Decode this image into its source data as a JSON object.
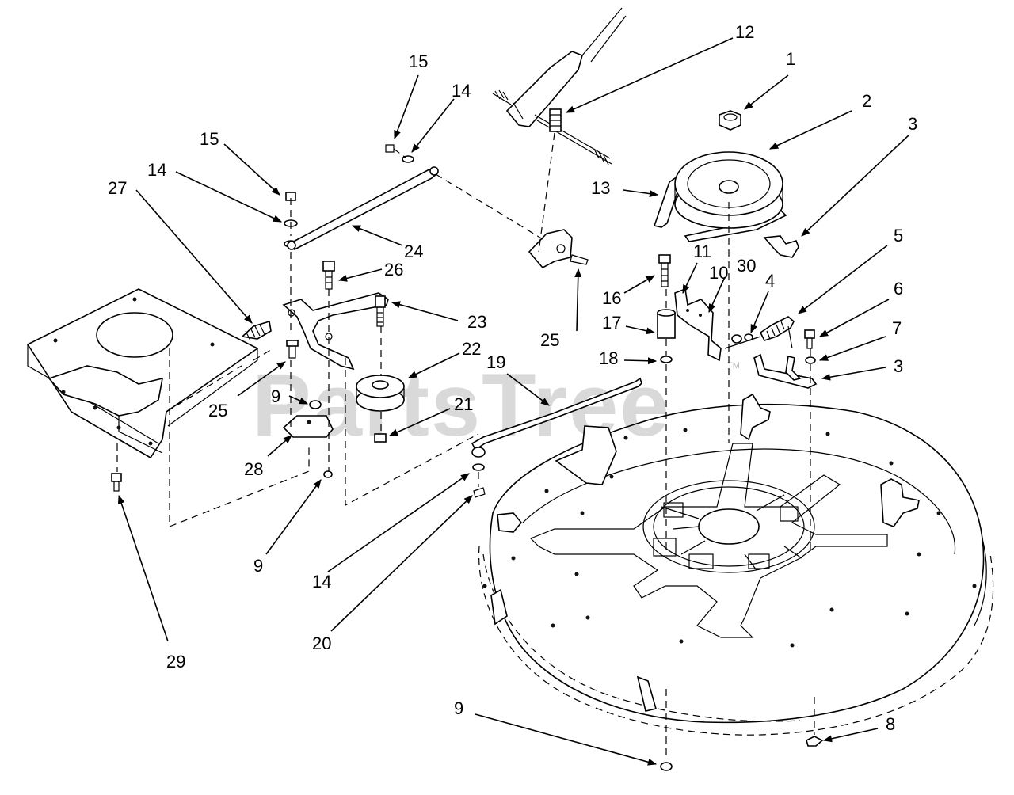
{
  "watermark": {
    "text": "PartsTree",
    "trademark": "TM"
  },
  "callouts": [
    {
      "id": "c1",
      "label": "1"
    },
    {
      "id": "c2",
      "label": "2"
    },
    {
      "id": "c3a",
      "label": "3"
    },
    {
      "id": "c3b",
      "label": "3"
    },
    {
      "id": "c4",
      "label": "4"
    },
    {
      "id": "c5",
      "label": "5"
    },
    {
      "id": "c6",
      "label": "6"
    },
    {
      "id": "c7",
      "label": "7"
    },
    {
      "id": "c8",
      "label": "8"
    },
    {
      "id": "c9a",
      "label": "9"
    },
    {
      "id": "c9b",
      "label": "9"
    },
    {
      "id": "c9c",
      "label": "9"
    },
    {
      "id": "c10",
      "label": "10"
    },
    {
      "id": "c11",
      "label": "11"
    },
    {
      "id": "c12",
      "label": "12"
    },
    {
      "id": "c13",
      "label": "13"
    },
    {
      "id": "c14a",
      "label": "14"
    },
    {
      "id": "c14b",
      "label": "14"
    },
    {
      "id": "c14c",
      "label": "14"
    },
    {
      "id": "c15a",
      "label": "15"
    },
    {
      "id": "c15b",
      "label": "15"
    },
    {
      "id": "c16",
      "label": "16"
    },
    {
      "id": "c17",
      "label": "17"
    },
    {
      "id": "c18",
      "label": "18"
    },
    {
      "id": "c19",
      "label": "19"
    },
    {
      "id": "c20",
      "label": "20"
    },
    {
      "id": "c21",
      "label": "21"
    },
    {
      "id": "c22",
      "label": "22"
    },
    {
      "id": "c23",
      "label": "23"
    },
    {
      "id": "c24",
      "label": "24"
    },
    {
      "id": "c25a",
      "label": "25"
    },
    {
      "id": "c25b",
      "label": "25"
    },
    {
      "id": "c26",
      "label": "26"
    },
    {
      "id": "c27",
      "label": "27"
    },
    {
      "id": "c28",
      "label": "28"
    },
    {
      "id": "c29",
      "label": "29"
    },
    {
      "id": "c30",
      "label": "30"
    }
  ]
}
